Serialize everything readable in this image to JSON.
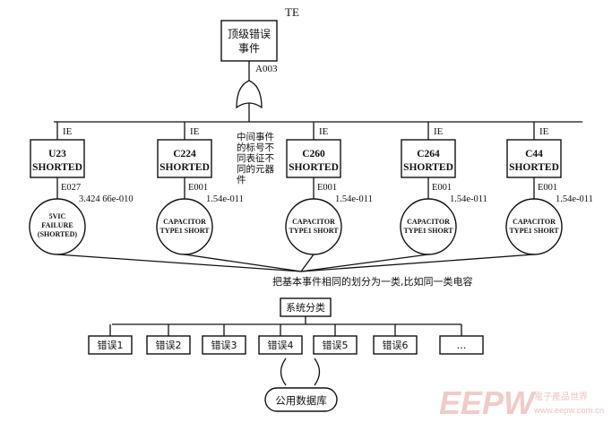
{
  "top": {
    "tag": "TE",
    "line1": "顶级错误",
    "line2": "事件",
    "gate_id": "A003"
  },
  "ie_label": "IE",
  "annotation": [
    "中间事件",
    "的标号不",
    "同表征不",
    "同的元器",
    "件"
  ],
  "events": [
    {
      "name1": "U23",
      "name2": "SHORTED",
      "code": "E027",
      "value": "3.424 66e-010",
      "basic1": "5VIC",
      "basic2": "FAILURE",
      "basic3": "(SHORTED)"
    },
    {
      "name1": "C224",
      "name2": "SHORTED",
      "code": "E001",
      "value": "1.54e-011",
      "basic1": "CAPACITOR",
      "basic2": "TYPE1 SHORT",
      "basic3": ""
    },
    {
      "name1": "C260",
      "name2": "SHORTED",
      "code": "E001",
      "value": "1.54e-011",
      "basic1": "CAPACITOR",
      "basic2": "TYPE1 SHORT",
      "basic3": ""
    },
    {
      "name1": "C264",
      "name2": "SHORTED",
      "code": "E001",
      "value": "1.54e-011",
      "basic1": "CAPACITOR",
      "basic2": "TYPE1 SHORT",
      "basic3": ""
    },
    {
      "name1": "C44",
      "name2": "SHORTED",
      "code": "E001",
      "value": "1.54e-011",
      "basic1": "CAPACITOR",
      "basic2": "TYPE1 SHORT",
      "basic3": ""
    }
  ],
  "grouping_note": "把基本事件相同的划分为一类,比如同一类电容",
  "classification": "系统分类",
  "errors": [
    "错误1",
    "错误2",
    "错误3",
    "错误4",
    "错误5",
    "错误6",
    "…"
  ],
  "database": "公用数据库",
  "watermark": {
    "logo": "EEPW",
    "cn": "電子產品世界",
    "url": "www.eepw.com.cn"
  }
}
